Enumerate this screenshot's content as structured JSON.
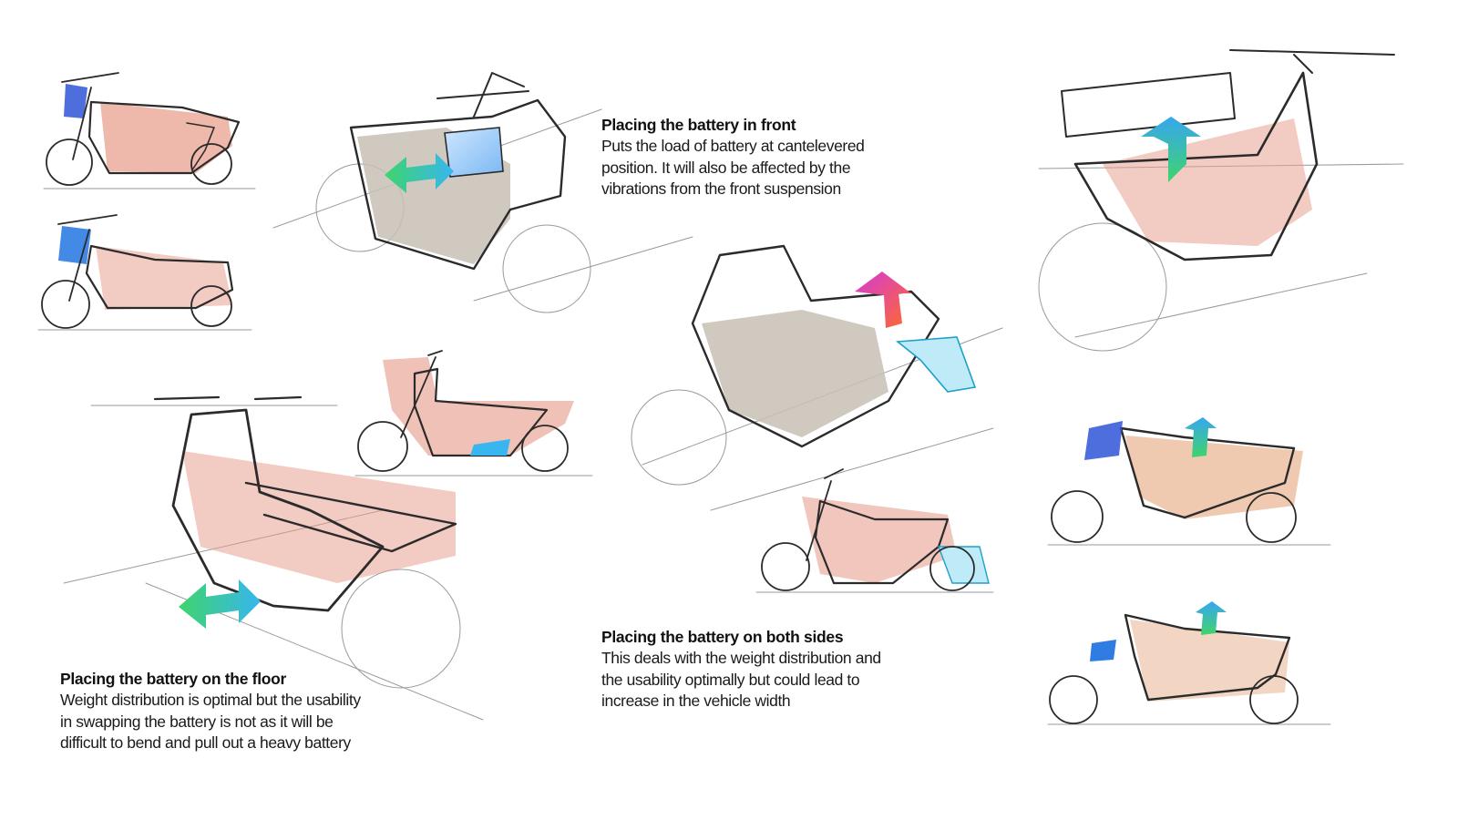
{
  "colors": {
    "battery_tint": "#e8a08f",
    "battery_pack": "#2f7de3",
    "arrow_green": "#3fd46b",
    "arrow_cyan": "#37b6f0",
    "arrow_magenta": "#d43ad8",
    "arrow_orange": "#ff6a2b",
    "frame_fill": "#c8bfb5"
  },
  "annotations": {
    "front": {
      "title": "Placing the battery in front",
      "lines": [
        "Puts the load of battery at cantelevered",
        "position. It will also be affected by the",
        "vibrations from the front suspension"
      ]
    },
    "sides": {
      "title": "Placing the battery on both sides",
      "lines": [
        "This deals with the weight distribution and",
        "the usability optimally but could lead to",
        "increase in the vehicle width"
      ]
    },
    "floor": {
      "title": "Placing the battery on the floor",
      "lines": [
        "Weight distribution is optimal but the usability",
        "in swapping the battery is not as it will be",
        "difficult to bend and pull out a heavy battery"
      ]
    }
  }
}
